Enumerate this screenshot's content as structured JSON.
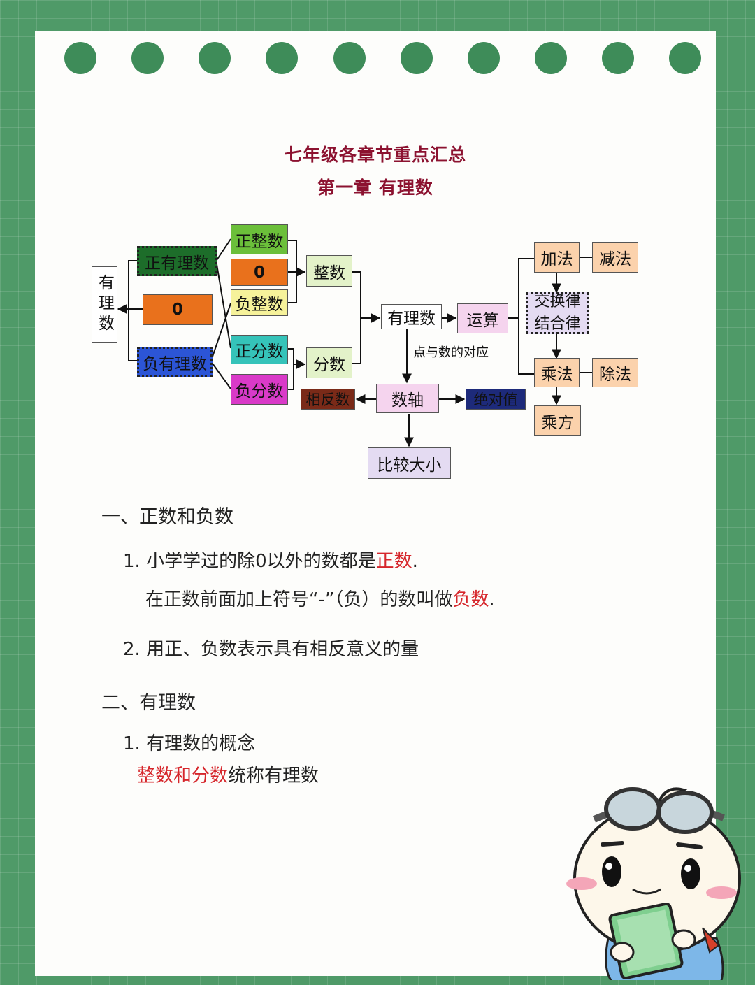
{
  "title": "七年级各章节重点汇总",
  "chapter": "第一章  有理数",
  "diagram": {
    "root": "有理数",
    "pos_rational": "正有理数",
    "zero": "0",
    "neg_rational": "负有理数",
    "pos_int": "正整数",
    "zero2": "0",
    "neg_int": "负整数",
    "pos_frac": "正分数",
    "neg_frac": "负分数",
    "integer": "整数",
    "fraction": "分数",
    "rational": "有理数",
    "operation": "运算",
    "add": "加法",
    "subtract": "减法",
    "laws_line1": "交换律",
    "laws_line2": "结合律",
    "multiply": "乘法",
    "divide": "除法",
    "power": "乘方",
    "correspondence": "点与数的对应",
    "number_line": "数轴",
    "opposite": "相反数",
    "absolute": "绝对值",
    "compare": "比较大小"
  },
  "colors": {
    "title": "#8c1230",
    "highlight": "#d6262b",
    "green_box": "#6bbf3a",
    "orange_box": "#e9711c",
    "yellow_box": "#f6f29a",
    "teal_box": "#35c3b9",
    "magenta_box": "#d93ac8",
    "blue_box": "#2c55d6",
    "dark_green_box": "#1d6d2a",
    "peach_box": "#fbd2ac",
    "lavender_box": "#e4dbf2",
    "light_green_box": "#e3f2c9"
  },
  "section1": {
    "heading": "一、正数和负数",
    "item1_prefix": "1. 小学学过的除0以外的数都是",
    "item1_hl": "正数",
    "item1_end": ".",
    "item1b_prefix": "在正数前面加上符号“-”（负）的数叫做",
    "item1b_hl": "负数",
    "item1b_end": ".",
    "item2": "2. 用正、负数表示具有相反意义的量"
  },
  "section2": {
    "heading": "二、有理数",
    "item1": "1. 有理数的概念",
    "def_hl": "整数和分数",
    "def_rest": "统称有理数"
  },
  "mascot": "mascot-with-goggles-and-book"
}
